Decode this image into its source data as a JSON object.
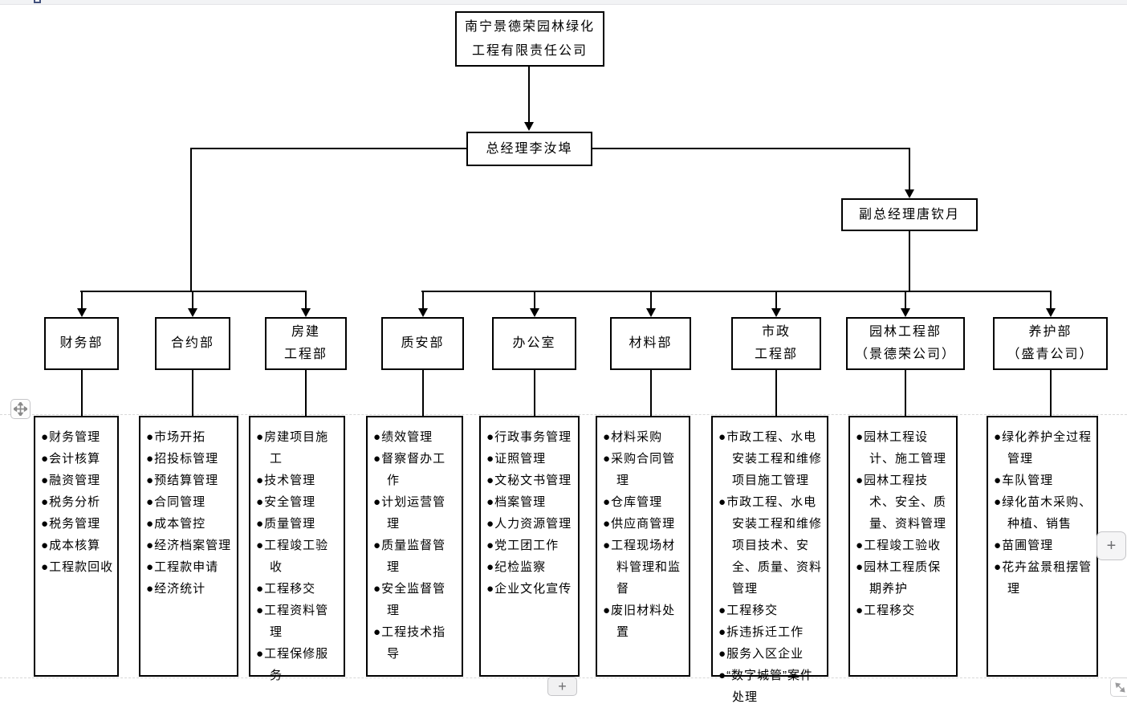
{
  "org_chart": {
    "root": {
      "lines": [
        "南宁景德荣园林绿化",
        "工程有限责任公司"
      ]
    },
    "general_manager": {
      "label": "总经理李汝埠"
    },
    "deputy_general_manager": {
      "label": "副总经理唐钦月"
    },
    "bullet": "●",
    "departments": [
      {
        "name_lines": [
          "财务部"
        ],
        "duties": [
          "财务管理",
          "会计核算",
          "融资管理",
          "税务分析",
          "税务管理",
          "成本核算",
          "工程款回收"
        ]
      },
      {
        "name_lines": [
          "合约部"
        ],
        "duties": [
          "市场开拓",
          "招投标管理",
          "预结算管理",
          "合同管理",
          "成本管控",
          "经济档案管理",
          "工程款申请",
          "经济统计"
        ]
      },
      {
        "name_lines": [
          "房建",
          "工程部"
        ],
        "duties": [
          "房建项目施工",
          "技术管理",
          "安全管理",
          "质量管理",
          "工程竣工验收",
          "工程移交",
          "工程资料管理",
          "工程保修服务"
        ]
      },
      {
        "name_lines": [
          "质安部"
        ],
        "duties": [
          "绩效管理",
          "督察督办工作",
          "计划运营管理",
          "质量监督管理",
          "安全监督管理",
          "工程技术指导"
        ]
      },
      {
        "name_lines": [
          "办公室"
        ],
        "duties": [
          "行政事务管理",
          "证照管理",
          "文秘文书管理",
          "档案管理",
          "人力资源管理",
          "党工团工作",
          "纪检监察",
          "企业文化宣传"
        ]
      },
      {
        "name_lines": [
          "材料部"
        ],
        "duties": [
          "材料采购",
          "采购合同管理",
          "仓库管理",
          "供应商管理",
          "工程现场材料管理和监督",
          "废旧材料处置"
        ]
      },
      {
        "name_lines": [
          "市政",
          "工程部"
        ],
        "duties": [
          "市政工程、水电安装工程和维修项目施工管理",
          "市政工程、水电安装工程和维修项目技术、安全、质量、资料管理",
          "工程移交",
          "拆违拆迁工作",
          "服务入区企业",
          "“数字城管”案件处理"
        ]
      },
      {
        "name_lines": [
          "园林工程部",
          "（景德荣公司）"
        ],
        "duties": [
          "园林工程设计、施工管理",
          "园林工程技术、安全、质量、资料管理",
          "工程竣工验收",
          "园林工程质保期养护",
          "工程移交"
        ]
      },
      {
        "name_lines": [
          "养护部",
          "（盛青公司）"
        ],
        "duties": [
          "绿化养护全过程管理",
          "车队管理",
          "绿化苗木采购、种植、销售",
          "苗圃管理",
          "花卉盆景租摆管理"
        ]
      }
    ]
  },
  "ui": {
    "plus_button_label": "+",
    "icons": {
      "move_handle": "move-cross-icon",
      "resize": "diagonal-resize-icon",
      "anchor": "square-outline-icon"
    }
  }
}
